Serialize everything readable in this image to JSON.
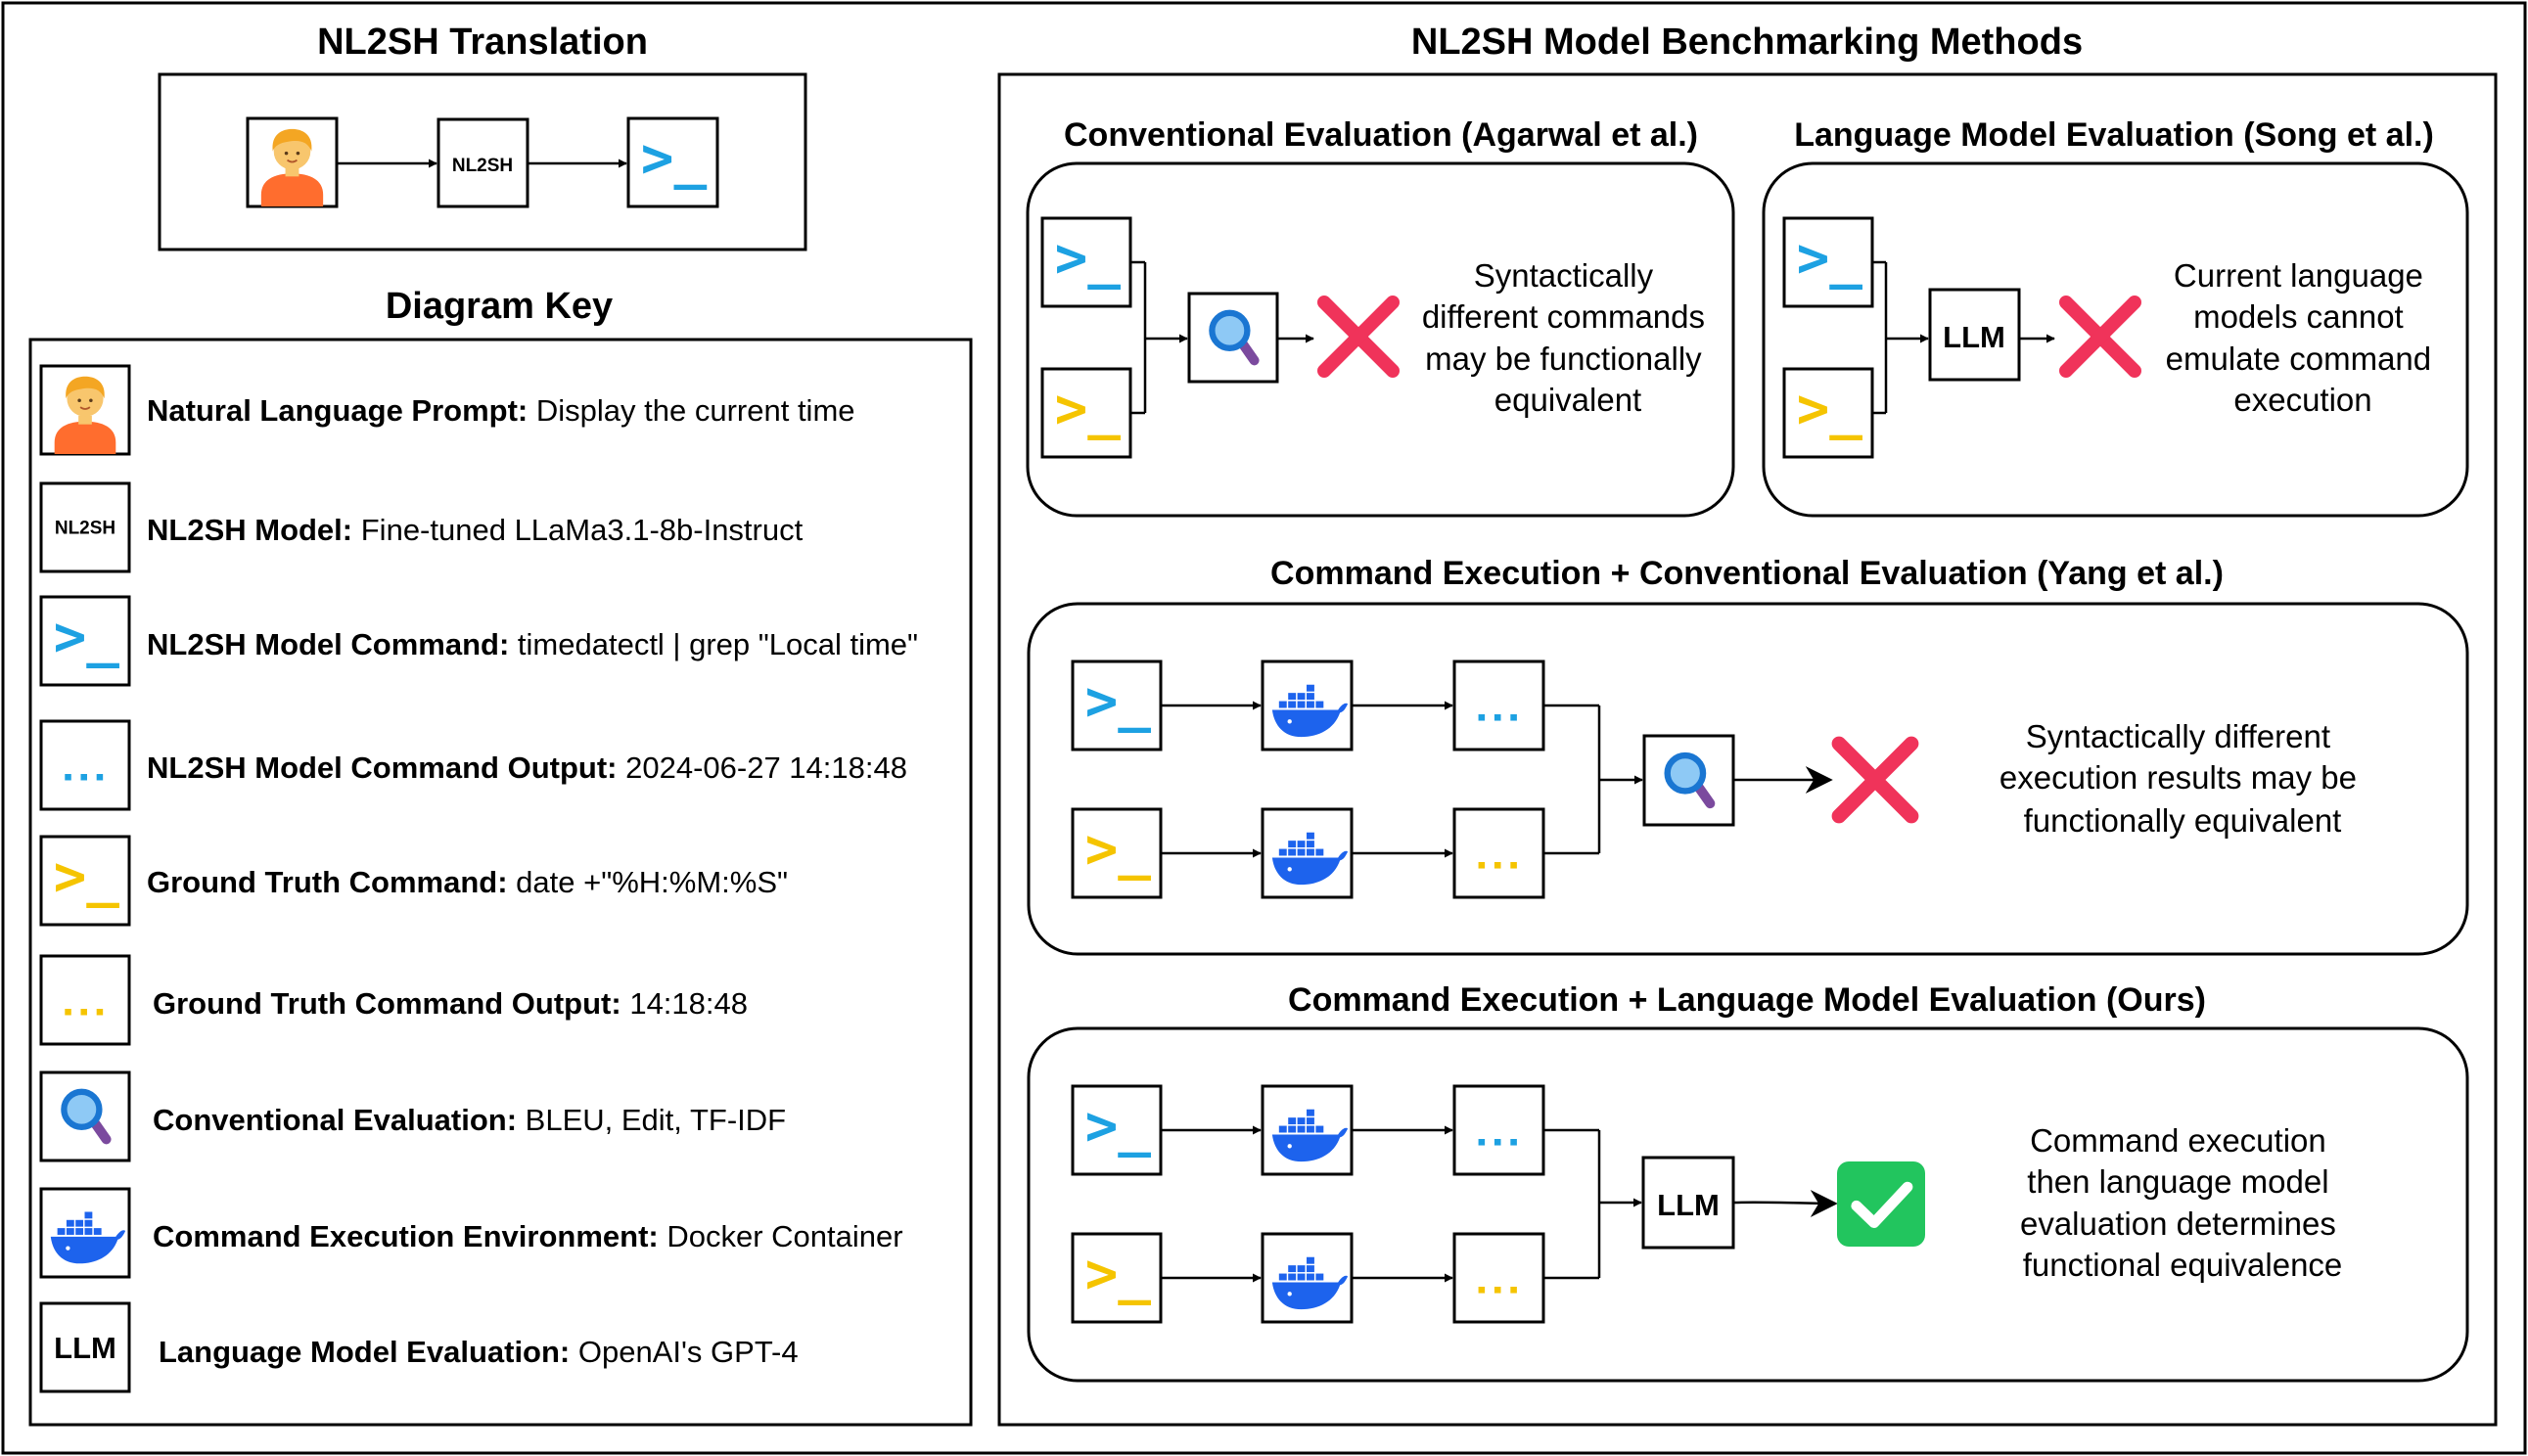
{
  "translation": {
    "title": "NL2SH Translation",
    "model_label": "NL2SH"
  },
  "key": {
    "title": "Diagram Key",
    "items": [
      {
        "term": "Natural Language Prompt:",
        "value": "Display the current time",
        "icon": "person-icon"
      },
      {
        "term": "NL2SH Model:",
        "value": "Fine-tuned LLaMa3.1-8b-Instruct",
        "icon": "nl2sh-model-icon",
        "icon_text": "NL2SH"
      },
      {
        "term": "NL2SH Model Command:",
        "value": "timedatectl | grep \"Local time\"",
        "icon": "model-command-icon"
      },
      {
        "term": "NL2SH Model Command Output:",
        "value": "2024-06-27 14:18:48",
        "icon": "model-output-icon"
      },
      {
        "term": "Ground Truth Command:",
        "value": "date +\"%H:%M:%S\"",
        "icon": "ground-truth-command-icon"
      },
      {
        "term": "Ground Truth Command Output:",
        "value": "14:18:48",
        "icon": "ground-truth-output-icon"
      },
      {
        "term": "Conventional Evaluation:",
        "value": "BLEU, Edit, TF-IDF",
        "icon": "magnifier-icon"
      },
      {
        "term": "Command Execution Environment:",
        "value": "Docker Container",
        "icon": "docker-icon"
      },
      {
        "term": "Language Model Evaluation:",
        "value": "OpenAI's GPT-4",
        "icon": "llm-icon",
        "icon_text": "LLM"
      }
    ]
  },
  "benchmarking": {
    "title": "NL2SH Model Benchmarking Methods",
    "methods": [
      {
        "title": "Conventional Evaluation (Agarwal et al.)",
        "llm_label": "",
        "result": "fail",
        "desc": [
          "Syntactically",
          "different commands",
          "may be functionally",
          "equivalent"
        ]
      },
      {
        "title": "Language Model Evaluation (Song et al.)",
        "llm_label": "LLM",
        "result": "fail",
        "desc": [
          "Current language",
          "models cannot",
          "emulate command",
          "execution"
        ]
      },
      {
        "title": "Command Execution + Conventional Evaluation (Yang et al.)",
        "llm_label": "",
        "result": "fail",
        "desc": [
          "Syntactically different",
          "execution results may be",
          "functionally equivalent"
        ]
      },
      {
        "title": "Command Execution + Language Model Evaluation (Ours)",
        "llm_label": "LLM",
        "result": "pass",
        "desc": [
          "Command execution",
          "then language model",
          "evaluation determines",
          "functional equivalence"
        ]
      }
    ]
  },
  "glyphs": {
    "prompt": ">_",
    "output": "..."
  },
  "colors": {
    "model": "#1da1e2",
    "ground_truth": "#f5c400",
    "fail": "#f0335a",
    "pass": "#22c55e",
    "docker": "#1d63ed",
    "person_shirt": "#ff6d2e",
    "person_hair": "#f4a623",
    "magnifier": "#1a76d2"
  }
}
